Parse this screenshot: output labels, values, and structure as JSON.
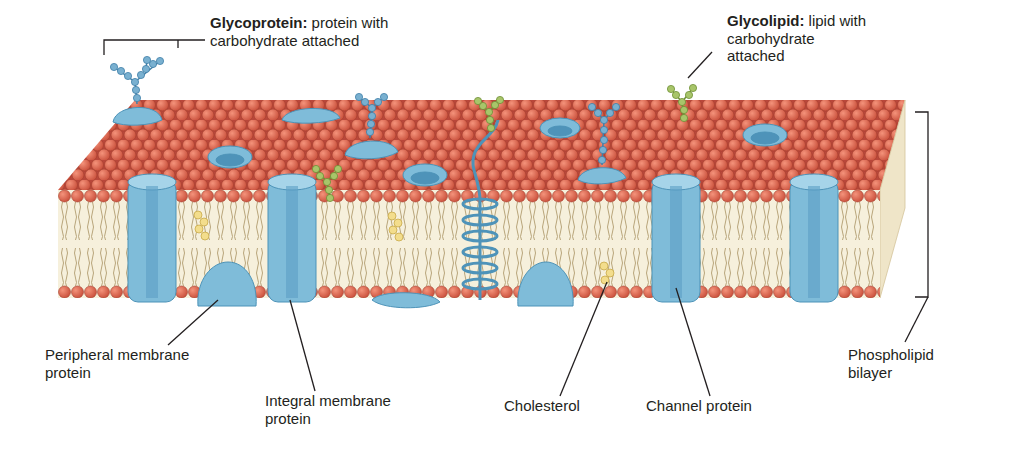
{
  "diagram": {
    "labels": [
      "Glycoprotein:",
      "protein with carbohydrate attached",
      "Glycolipid:",
      "lipid with carbohydrate attached",
      "Peripheral membrane protein",
      "Integral membrane protein",
      "Cholesterol",
      "Channel protein",
      "Phospholipid bilayer"
    ]
  }
}
